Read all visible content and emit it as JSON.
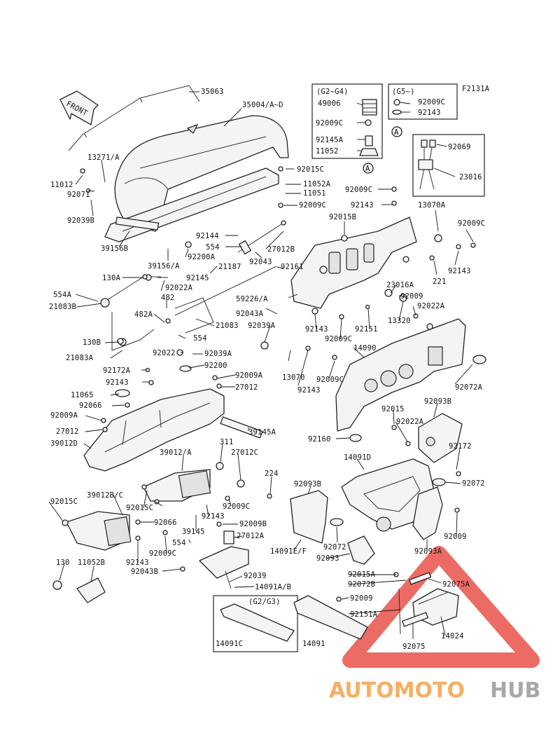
{
  "figure_code": "F2131A",
  "front_label": "FRONT",
  "model_boxes": {
    "g2_g4": "(G2~G4)",
    "g5": "(G5~)",
    "g2_g3": "(G2/G3)"
  },
  "callout_letter": "A",
  "watermark": {
    "part1": "AUTOMOTO",
    "part2": "HUB",
    "color1": "#f4a24a",
    "color2": "#999999",
    "triangle_color": "#e9524a"
  },
  "parts": [
    {
      "id": "35063",
      "label": "35063"
    },
    {
      "id": "35004",
      "label": "35004/A~D"
    },
    {
      "id": "49006",
      "label": "49006"
    },
    {
      "id": "92009C_a",
      "label": "92009C"
    },
    {
      "id": "92009C_b",
      "label": "92009C"
    },
    {
      "id": "92143_a",
      "label": "92143"
    },
    {
      "id": "92145A",
      "label": "92145A"
    },
    {
      "id": "11052",
      "label": "11052"
    },
    {
      "id": "92069",
      "label": "92069"
    },
    {
      "id": "23016",
      "label": "23016"
    },
    {
      "id": "13271",
      "label": "13271/A"
    },
    {
      "id": "92015C_a",
      "label": "92015C"
    },
    {
      "id": "11052A",
      "label": "11052A"
    },
    {
      "id": "11051",
      "label": "11051"
    },
    {
      "id": "92009C_c",
      "label": "92009C"
    },
    {
      "id": "92009C_d",
      "label": "92009C"
    },
    {
      "id": "92143_b",
      "label": "92143"
    },
    {
      "id": "13070A",
      "label": "13070A"
    },
    {
      "id": "11012",
      "label": "11012"
    },
    {
      "id": "92071",
      "label": "92071"
    },
    {
      "id": "92039B",
      "label": "92039B"
    },
    {
      "id": "92015B",
      "label": "92015B"
    },
    {
      "id": "92009C_e",
      "label": "92009C"
    },
    {
      "id": "92144",
      "label": "92144"
    },
    {
      "id": "554_a",
      "label": "554"
    },
    {
      "id": "27012B",
      "label": "27012B"
    },
    {
      "id": "39156B",
      "label": "39156B"
    },
    {
      "id": "39156A",
      "label": "39156/A"
    },
    {
      "id": "92200A",
      "label": "92200A"
    },
    {
      "id": "92043",
      "label": "92043"
    },
    {
      "id": "21187",
      "label": "21187"
    },
    {
      "id": "92161",
      "label": "92161"
    },
    {
      "id": "92143_c",
      "label": "92143"
    },
    {
      "id": "221",
      "label": "221"
    },
    {
      "id": "130A",
      "label": "130A"
    },
    {
      "id": "92145",
      "label": "92145"
    },
    {
      "id": "554A",
      "label": "554A"
    },
    {
      "id": "92022A_a",
      "label": "92022A"
    },
    {
      "id": "21083B",
      "label": "21083B"
    },
    {
      "id": "482",
      "label": "482"
    },
    {
      "id": "482A",
      "label": "482A"
    },
    {
      "id": "59226",
      "label": "59226/A"
    },
    {
      "id": "23016A",
      "label": "23016A"
    },
    {
      "id": "92009_a",
      "label": "92009"
    },
    {
      "id": "92022A_b",
      "label": "92022A"
    },
    {
      "id": "92043A",
      "label": "92043A"
    },
    {
      "id": "21083",
      "label": "21083"
    },
    {
      "id": "92039A",
      "label": "92039A"
    },
    {
      "id": "92143_d",
      "label": "92143"
    },
    {
      "id": "92151",
      "label": "92151"
    },
    {
      "id": "13320",
      "label": "13320"
    },
    {
      "id": "554_b",
      "label": "554"
    },
    {
      "id": "92009C_f",
      "label": "92009C"
    },
    {
      "id": "130B",
      "label": "130B"
    },
    {
      "id": "14090",
      "label": "14090"
    },
    {
      "id": "21083A",
      "label": "21083A"
    },
    {
      "id": "92022",
      "label": "92022"
    },
    {
      "id": "92039A_b",
      "label": "92039A"
    },
    {
      "id": "13070",
      "label": "13070"
    },
    {
      "id": "92200",
      "label": "92200"
    },
    {
      "id": "92172A",
      "label": "92172A"
    },
    {
      "id": "92009A_a",
      "label": "92009A"
    },
    {
      "id": "92009C_g",
      "label": "92009C"
    },
    {
      "id": "92143_e",
      "label": "92143"
    },
    {
      "id": "27012",
      "label": "27012"
    },
    {
      "id": "92143_f",
      "label": "92143"
    },
    {
      "id": "92072A",
      "label": "92072A"
    },
    {
      "id": "11065",
      "label": "11065"
    },
    {
      "id": "92066_a",
      "label": "92066"
    },
    {
      "id": "92015",
      "label": "92015"
    },
    {
      "id": "92093B_a",
      "label": "92093B"
    },
    {
      "id": "92009A_b",
      "label": "92009A"
    },
    {
      "id": "39145A",
      "label": "39145A"
    },
    {
      "id": "92022A_c",
      "label": "92022A"
    },
    {
      "id": "27012_b",
      "label": "27012"
    },
    {
      "id": "39012D",
      "label": "39012D"
    },
    {
      "id": "311",
      "label": "311"
    },
    {
      "id": "92160",
      "label": "92160"
    },
    {
      "id": "92172",
      "label": "92172"
    },
    {
      "id": "39012A",
      "label": "39012/A"
    },
    {
      "id": "27012C",
      "label": "27012C"
    },
    {
      "id": "14091D",
      "label": "14091D"
    },
    {
      "id": "224",
      "label": "224"
    },
    {
      "id": "92072",
      "label": "92072"
    },
    {
      "id": "92093B_b",
      "label": "92093B"
    },
    {
      "id": "39012BC",
      "label": "39012B/C"
    },
    {
      "id": "92015C_b",
      "label": "92015C"
    },
    {
      "id": "92009C_h",
      "label": "92009C"
    },
    {
      "id": "92015C_c",
      "label": "92015C"
    },
    {
      "id": "92143_g",
      "label": "92143"
    },
    {
      "id": "92066_b",
      "label": "92066"
    },
    {
      "id": "92009B",
      "label": "92009B"
    },
    {
      "id": "39145",
      "label": "39145"
    },
    {
      "id": "92072_b",
      "label": "92072"
    },
    {
      "id": "92009_b",
      "label": "92009"
    },
    {
      "id": "27012A",
      "label": "27012A"
    },
    {
      "id": "14091EF",
      "label": "14091E/F"
    },
    {
      "id": "554_c",
      "label": "554"
    },
    {
      "id": "92093",
      "label": "92093"
    },
    {
      "id": "92093A",
      "label": "92093A"
    },
    {
      "id": "92143_h",
      "label": "92143"
    },
    {
      "id": "92009C_i",
      "label": "92009C"
    },
    {
      "id": "130",
      "label": "130"
    },
    {
      "id": "11052B",
      "label": "11052B"
    },
    {
      "id": "92043B",
      "label": "92043B"
    },
    {
      "id": "92039",
      "label": "92039"
    },
    {
      "id": "92015A",
      "label": "92015A"
    },
    {
      "id": "14091AB",
      "label": "14091A/B"
    },
    {
      "id": "92072B",
      "label": "92072B"
    },
    {
      "id": "92075A",
      "label": "92075A"
    },
    {
      "id": "92009_c",
      "label": "92009"
    },
    {
      "id": "92151A",
      "label": "92151A"
    },
    {
      "id": "14091C",
      "label": "14091C"
    },
    {
      "id": "14091",
      "label": "14091"
    },
    {
      "id": "92075",
      "label": "92075"
    },
    {
      "id": "14024",
      "label": "14024"
    }
  ]
}
